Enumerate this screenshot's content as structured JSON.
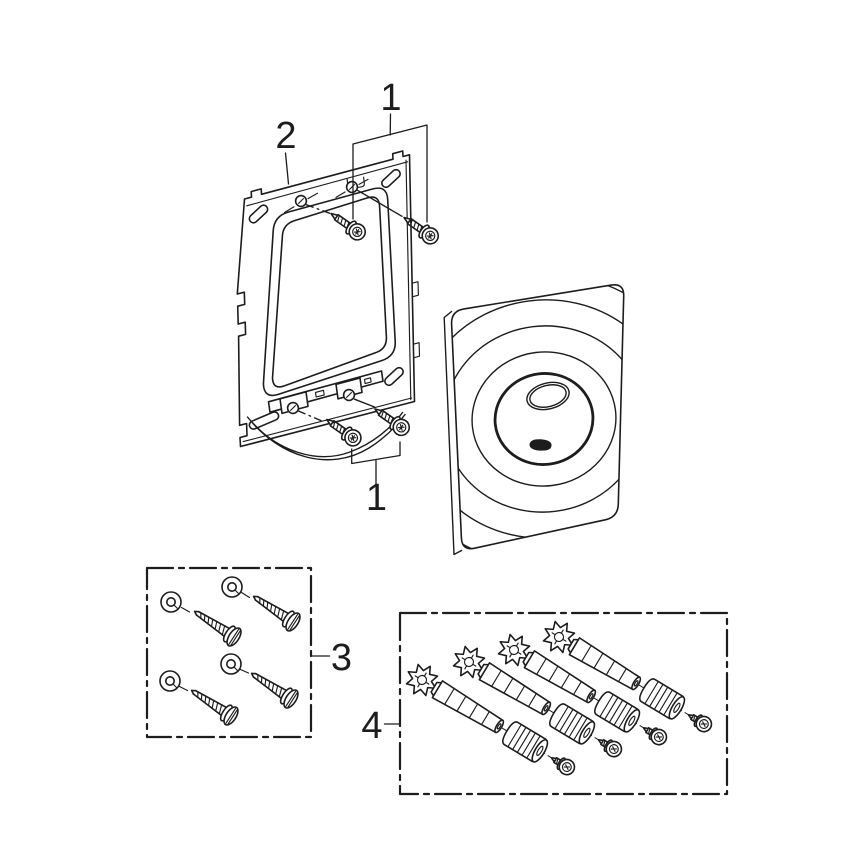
{
  "page": {
    "background_color": "#ffffff",
    "ink_color": "#1d1d1d"
  },
  "callouts": {
    "top_screws_label": "1",
    "frame_label": "2",
    "bottom_screws_label": "1",
    "screw_washer_box_label": "3",
    "spindle_box_label": "4"
  },
  "parts": {
    "frame_icon": "wall-mounting-frame",
    "plate_icon": "flush-plate-ripple-design",
    "plate_button_icon": "oval-sensor-window",
    "plate_logo_icon": "brand-logo",
    "fixing_screws_icon": "pan-head-screw",
    "box3_icon": "wood-screws-and-washers-set",
    "box4_icon": "adjustment-spindles-knurled-nuts-screws-set"
  }
}
